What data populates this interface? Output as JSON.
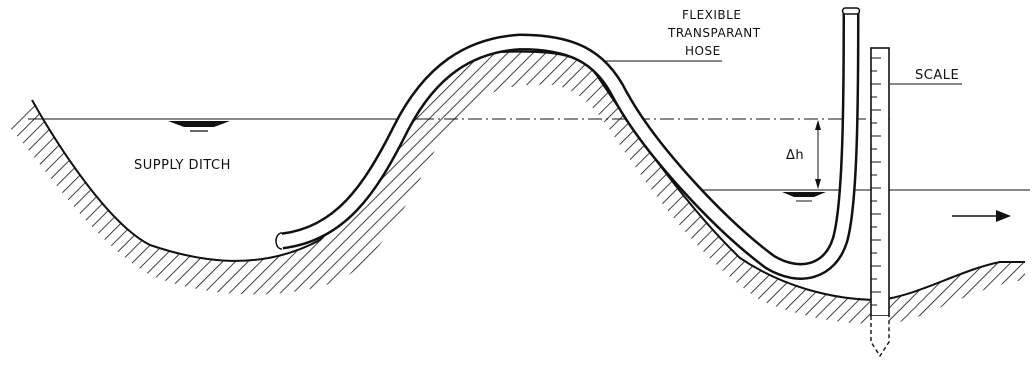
{
  "labels": {
    "supply_ditch": "SUPPLY DITCH",
    "hose_line1": "FLEXIBLE",
    "hose_line2": "TRANSPARANT",
    "hose_line3": "HOSE",
    "scale": "SCALE",
    "delta_h": "Δh"
  },
  "colors": {
    "ink": "#111111",
    "background": "#ffffff"
  }
}
